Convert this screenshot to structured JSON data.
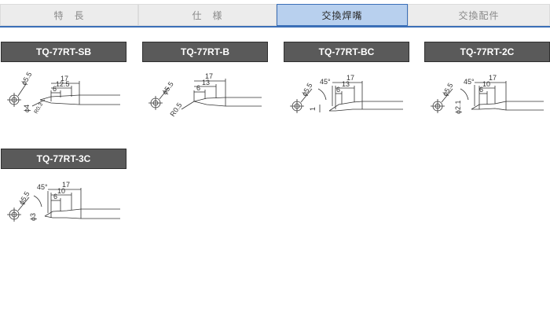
{
  "tabs": [
    {
      "label": "特　長",
      "active": false
    },
    {
      "label": "仕　様",
      "active": false
    },
    {
      "label": "交換焊嘴",
      "active": true
    },
    {
      "label": "交換配件",
      "active": false
    }
  ],
  "tips": [
    {
      "model": "TQ-77RT-SB",
      "dia": "ϕ5.5",
      "d1": "17",
      "d2": "12.5",
      "d3": "6",
      "tipdim": "ϕ4",
      "tipdim2": "R0.3",
      "angle": ""
    },
    {
      "model": "TQ-77RT-B",
      "dia": "ϕ5.5",
      "d1": "17",
      "d2": "13",
      "d3": "6",
      "tipdim": "R0.5",
      "tipdim2": "",
      "angle": ""
    },
    {
      "model": "TQ-77RT-BC",
      "dia": "ϕ5.5",
      "d1": "17",
      "d2": "13",
      "d3": "6",
      "tipdim": "1",
      "tipdim2": "",
      "angle": "45°"
    },
    {
      "model": "TQ-77RT-2C",
      "dia": "ϕ5.5",
      "d1": "17",
      "d2": "10",
      "d3": "6",
      "tipdim": "ϕ2.1",
      "tipdim2": "",
      "angle": "45°"
    },
    {
      "model": "TQ-77RT-3C",
      "dia": "ϕ5.5",
      "d1": "17",
      "d2": "10",
      "d3": "6",
      "tipdim": "ϕ3",
      "tipdim2": "",
      "angle": "45°"
    }
  ]
}
